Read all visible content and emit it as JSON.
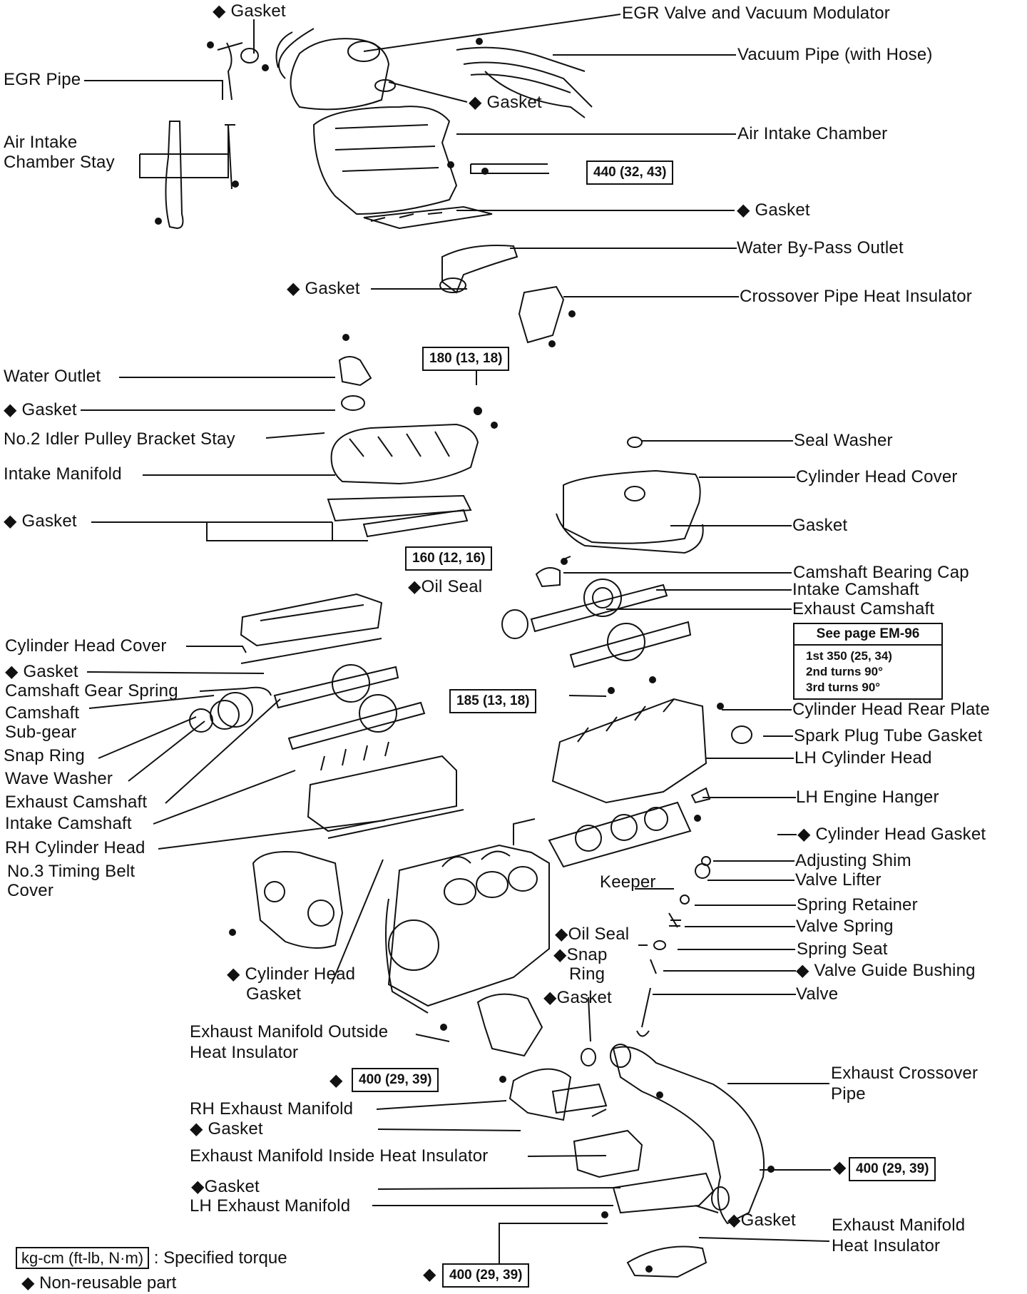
{
  "labels": {
    "gasket_top": "◆ Gasket",
    "egr_valve": "EGR Valve and Vacuum Modulator",
    "vacuum_pipe": "Vacuum Pipe (with Hose)",
    "egr_pipe": "EGR Pipe",
    "gasket_egr": "◆ Gasket",
    "air_intake_stay_1": "Air Intake",
    "air_intake_stay_2": "Chamber Stay",
    "air_intake_chamber": "Air Intake Chamber",
    "gasket_chamber": "◆ Gasket",
    "water_bypass": "Water By-Pass Outlet",
    "gasket_bypass": "◆ Gasket",
    "crossover_insulator": "Crossover Pipe Heat Insulator",
    "water_outlet": "Water Outlet",
    "gasket_water_outlet": "◆ Gasket",
    "idler_stay": "No.2 Idler Pulley Bracket Stay",
    "intake_manifold": "Intake Manifold",
    "gasket_intake_manifold": "◆ Gasket",
    "seal_washer": "Seal Washer",
    "cyl_head_cover_lh": "Cylinder Head Cover",
    "gasket_cover_lh": "Gasket",
    "cam_bearing_cap": "Camshaft Bearing Cap",
    "oil_seal_cam": "◆Oil Seal",
    "intake_cam_lh": "Intake Camshaft",
    "exhaust_cam_lh": "Exhaust Camshaft",
    "cyl_head_cover_rh": "Cylinder Head Cover",
    "gasket_cover_rh": "◆ Gasket",
    "cam_gear_spring": "Camshaft Gear Spring",
    "camshaft_1": "Camshaft",
    "camshaft_2": "Sub-gear",
    "snap_ring": "Snap Ring",
    "wave_washer": "Wave Washer",
    "exhaust_cam_rh": "Exhaust Camshaft",
    "intake_cam_rh": "Intake Camshaft",
    "rh_cyl_head": "RH Cylinder Head",
    "timing_cover_1": "No.3 Timing Belt",
    "timing_cover_2": "Cover",
    "cyl_head_rear_plate": "Cylinder Head Rear Plate",
    "spark_plug_gasket": "Spark Plug Tube Gasket",
    "lh_cyl_head": "LH Cylinder Head",
    "lh_engine_hanger": "LH Engine Hanger",
    "cyl_head_gasket_lh": "◆ Cylinder Head Gasket",
    "adjusting_shim": "Adjusting Shim",
    "keeper": "Keeper",
    "valve_lifter": "Valve Lifter",
    "spring_retainer": "Spring Retainer",
    "oil_seal_valve": "◆Oil Seal",
    "valve_spring": "Valve Spring",
    "snap_ring_valve_1": "◆Snap",
    "snap_ring_valve_2": "Ring",
    "spring_seat": "Spring Seat",
    "valve_guide": "◆ Valve Guide Bushing",
    "cyl_head_gasket_rh_1": "◆ Cylinder Head",
    "cyl_head_gasket_rh_2": "Gasket",
    "gasket_valve": "◆Gasket",
    "valve": "Valve",
    "exh_outside_ins_1": "Exhaust Manifold Outside",
    "exh_outside_ins_2": "Heat Insulator",
    "exh_crossover_1": "Exhaust Crossover",
    "exh_crossover_2": "Pipe",
    "rh_exh_manifold": "RH Exhaust Manifold",
    "gasket_rh_exh": "◆ Gasket",
    "exh_inside_ins": "Exhaust Manifold Inside Heat Insulator",
    "gasket_lh_exh": "◆Gasket",
    "lh_exh_manifold": "LH Exhaust Manifold",
    "gasket_crossover": "◆Gasket",
    "exh_heat_ins_1": "Exhaust Manifold",
    "exh_heat_ins_2": "Heat Insulator"
  },
  "torques": {
    "t440": "440 (32, 43)",
    "t180": "180 (13, 18)",
    "t160": "160 (12, 16)",
    "t185": "185 (13, 18)",
    "t400_rh": "400 (29, 39)",
    "t400_right": "400 (29, 39)",
    "t400_bottom": "400 (29, 39)"
  },
  "see_page": {
    "header": "See page EM-96",
    "line1": "1st 350 (25, 34)",
    "line2": "2nd turns 90°",
    "line3": "3rd turns 90°"
  },
  "legend": {
    "torque_units": "kg-cm (ft-lb, N·m)",
    "torque_text": ": Specified torque",
    "nonreusable": "◆ Non-reusable part"
  },
  "diamond_markers": {
    "rh_400": "◆",
    "right_400": "◆",
    "bottom_400": "◆"
  }
}
